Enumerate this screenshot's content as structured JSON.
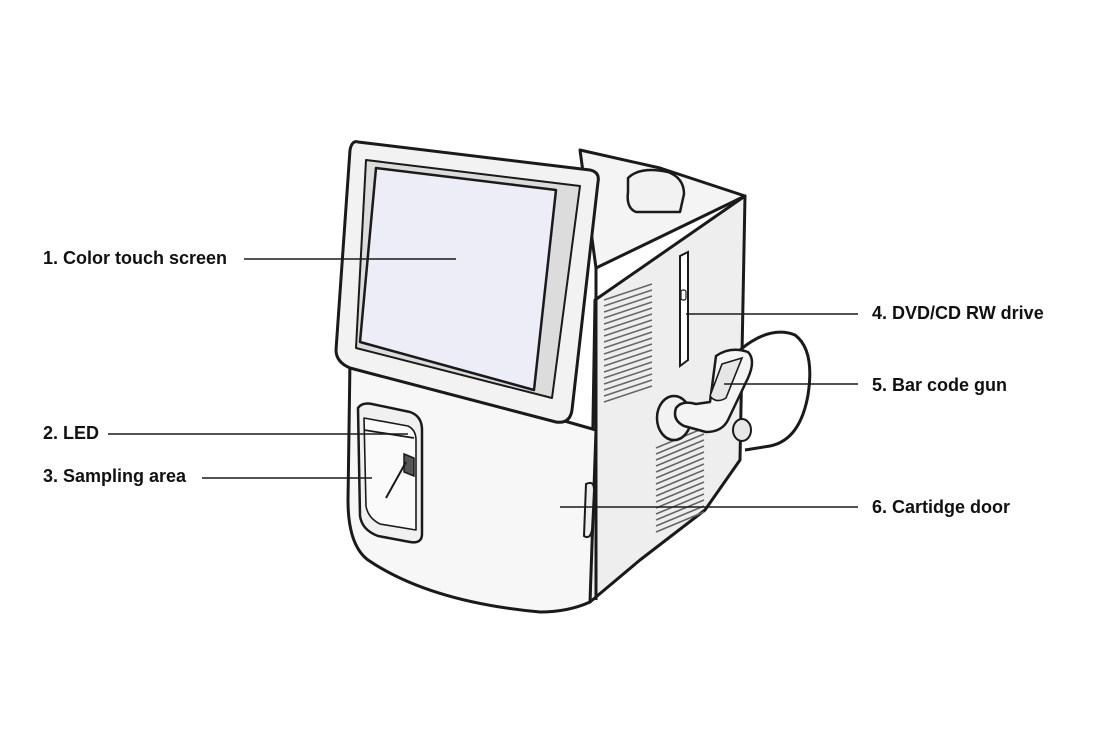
{
  "callouts": [
    {
      "label": "1. Color touch screen"
    },
    {
      "label": "2. LED"
    },
    {
      "label": "3. Sampling area"
    },
    {
      "label": "4. DVD/CD RW drive"
    },
    {
      "label": "5. Bar code gun"
    },
    {
      "label": "6. Cartidge door"
    }
  ],
  "colors": {
    "outline": "#1a1a1a",
    "screen": "#ededf7",
    "body": "#f7f7f7",
    "side": "#eeeeee"
  }
}
